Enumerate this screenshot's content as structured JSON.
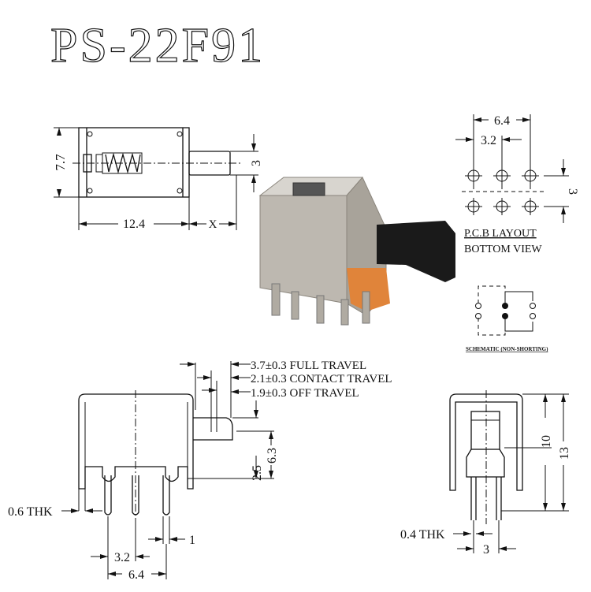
{
  "title": "PS-22F91",
  "top_view": {
    "dim_width": "12.4",
    "dim_plunger": "X",
    "dim_height": "7.7",
    "dim_plunger_height": "3"
  },
  "pcb_layout": {
    "dim_outer": "6.4",
    "dim_pitch": "3.2",
    "dim_row": "3",
    "label_line1": "P.C.B LAYOUT",
    "label_line2": "BOTTOM VIEW"
  },
  "schematic": {
    "label": "SCHEMATIC (NON-SHORTING)"
  },
  "side_view": {
    "full_travel": "3.7±0.3 FULL TRAVEL",
    "contact_travel": "2.1±0.3 CONTACT TRAVEL",
    "off_travel": "1.9±0.3 OFF TRAVEL",
    "dim_thk": "0.6 THK",
    "dim_pitch": "3.2",
    "dim_outer": "6.4",
    "dim_pin": "1",
    "dim_plunger_low": "2.5",
    "dim_plunger_high": "6.3"
  },
  "end_view": {
    "dim_thk": "0.4 THK",
    "dim_pitch": "3",
    "dim_body": "10",
    "dim_total": "13"
  },
  "colors": {
    "line": "#111111",
    "metal": "#b9b4ac",
    "plunger": "#1a1a1a",
    "insulator": "#e0843a"
  }
}
